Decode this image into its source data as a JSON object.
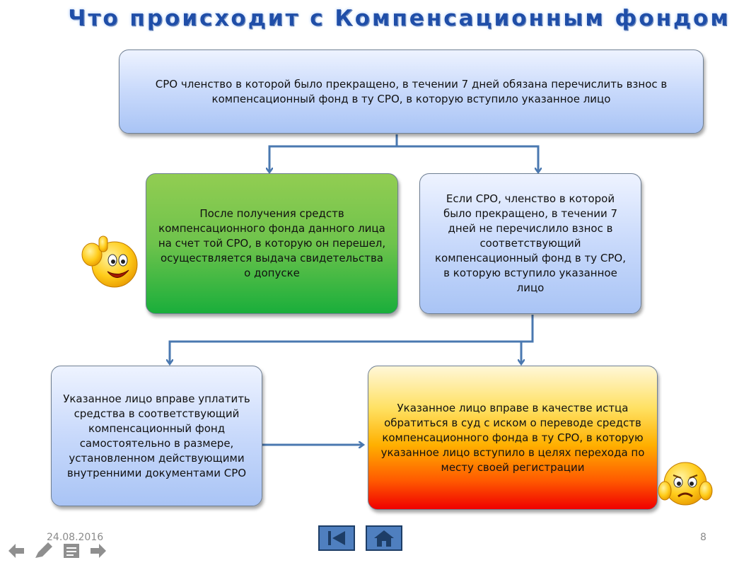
{
  "title": "Что происходит с Компенсационным фондом",
  "boxes": {
    "top": "СРО членство в которой было прекращено, в течении 7 дней обязана перечислить взнос в компенсационный фонд в ту СРО, в которую вступило указанное лицо",
    "green": "После получения средств компенсационного фонда данного лица на счет той СРО, в которую он перешел, осуществляется выдача свидетельства о допуске",
    "right": "Если СРО, членство в которой было прекращено, в течении 7 дней не перечислило взнос в соответствующий компенсационный фонд в ту СРО, в которую вступило указанное лицо",
    "bottom_left": "Указанное лицо вправе уплатить средства в соответствующий компенсационный фонд самостоятельно в размере, установленном действующими внутренними документами СРО",
    "bottom_right": "Указанное лицо вправе в качестве истца обратиться в суд с иском о переводе средств компенсационного фонда в ту СРО, в которую указанное лицо вступило в целях перехода по месту своей регистрации"
  },
  "footer": {
    "date": "24.08.2016",
    "page_number": "8"
  },
  "icons": {
    "happy": "thumbs-up-smiley-icon",
    "sad": "worried-smiley-icon",
    "prev_slide": "skip-to-start-icon",
    "home": "home-icon",
    "back": "arrow-left-icon",
    "pen": "pen-icon",
    "menu": "menu-icon",
    "forward": "arrow-right-icon"
  },
  "colors": {
    "title": "#1f4ea8",
    "connector": "#4a78b0",
    "nav_button": "#4f7fbf"
  }
}
